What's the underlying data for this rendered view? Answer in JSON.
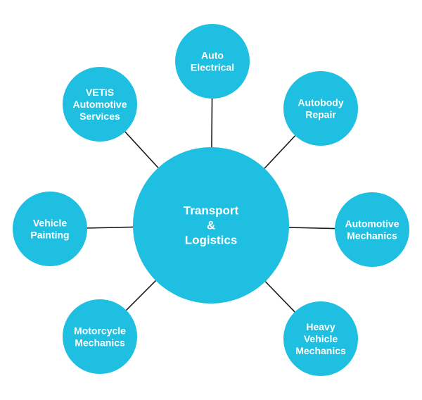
{
  "diagram": {
    "colors": {
      "node_fill": "#1ebfe0",
      "text": "#ffffff",
      "connector": "#1a1a1a"
    },
    "center": {
      "lines": [
        "Transport",
        "&",
        "Logistics"
      ]
    },
    "nodes": [
      {
        "id": "auto-electrical",
        "lines": [
          "Auto",
          "Electrical"
        ]
      },
      {
        "id": "autobody-repair",
        "lines": [
          "Autobody",
          "Repair"
        ]
      },
      {
        "id": "automotive-mechanics",
        "lines": [
          "Automotive",
          "Mechanics"
        ]
      },
      {
        "id": "heavy-vehicle-mechanics",
        "lines": [
          "Heavy",
          "Vehicle",
          "Mechanics"
        ]
      },
      {
        "id": "motorcycle-mechanics",
        "lines": [
          "Motorcycle",
          "Mechanics"
        ]
      },
      {
        "id": "vehicle-painting",
        "lines": [
          "Vehicle",
          "Painting"
        ]
      },
      {
        "id": "vetis-automotive-services",
        "lines": [
          "VETiS",
          "Automotive",
          "Services"
        ]
      }
    ]
  }
}
